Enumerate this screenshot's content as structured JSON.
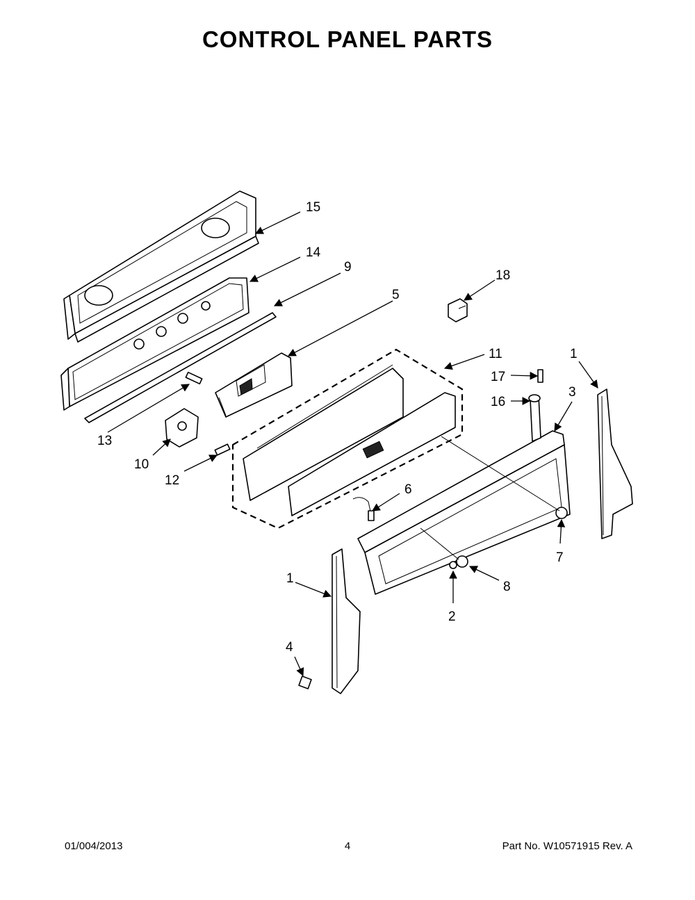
{
  "title": "CONTROL PANEL PARTS",
  "callouts": [
    "15",
    "14",
    "9",
    "5",
    "18",
    "11",
    "1",
    "17",
    "3",
    "16",
    "13",
    "10",
    "12",
    "6",
    "7",
    "1",
    "8",
    "2",
    "4"
  ],
  "footer": {
    "date": "01/004/2013",
    "page": "4",
    "part_no": "Part No.  W10571915  Rev.  A"
  },
  "colors": {
    "ink": "#000000",
    "paper": "#ffffff"
  }
}
